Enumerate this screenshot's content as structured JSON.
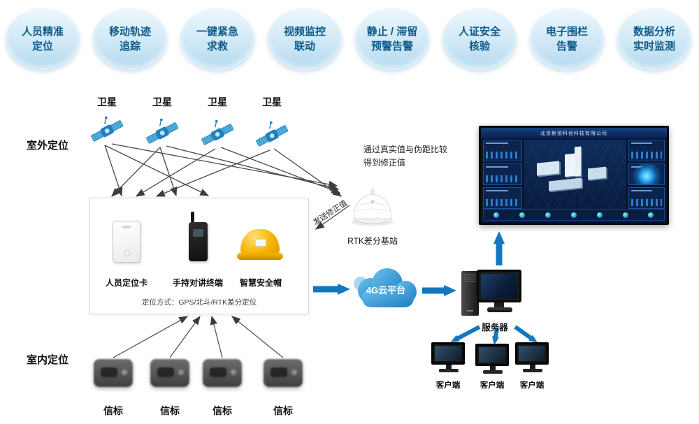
{
  "features": [
    {
      "line1": "人员精准",
      "line2": "定位"
    },
    {
      "line1": "移动轨迹",
      "line2": "追踪"
    },
    {
      "line1": "一键紧急",
      "line2": "求救"
    },
    {
      "line1": "视频监控",
      "line2": "联动"
    },
    {
      "line1": "静止 / 滞留",
      "line2": "预警告警"
    },
    {
      "line1": "人证安全",
      "line2": "核验"
    },
    {
      "line1": "电子围栏",
      "line2": "告警"
    },
    {
      "line1": "数据分析",
      "line2": "实时监测"
    }
  ],
  "sections": {
    "outdoor": "室外定位",
    "indoor": "室内定位"
  },
  "satellite": {
    "label": "卫星",
    "count": 4
  },
  "rtk": {
    "note": "通过真实值与伪距比较得到修正值",
    "send": "发送修正值",
    "station": "RTK差分基站"
  },
  "devices": {
    "card": "人员定位卡",
    "handheld": "手持对讲终端",
    "helmet": "智慧安全帽",
    "caption": "定位方式：GPS/北斗/RTK差分定位"
  },
  "cloud": {
    "label": "4G云平台"
  },
  "server": {
    "label": "服务器"
  },
  "client": {
    "label": "客户端",
    "count": 3
  },
  "beacon": {
    "label": "信标",
    "count": 4
  },
  "dashboard": {
    "title": "北京新锐科创科技有限公司"
  },
  "icons": {
    "satellite-icon": "blue satellite with solar panels",
    "rtk-dome-icon": "white dome antenna",
    "cloud-icon": "blue cloud",
    "server-icon": "desktop tower with monitor",
    "client-icon": "small desktop monitor",
    "beacon-icon": "dark wall-mounted beacon",
    "dashboard-screenshot": "dark-blue monitoring dashboard with 3D plant"
  },
  "colors": {
    "badge_text": "#0e5a8a",
    "badge_bg": "#cfe8f6",
    "flow_arrow_blue": "#1377bf",
    "signal_arrow_dark": "#474747",
    "helmet_yellow": "#f7b500",
    "dashboard_navy": "#071533"
  }
}
